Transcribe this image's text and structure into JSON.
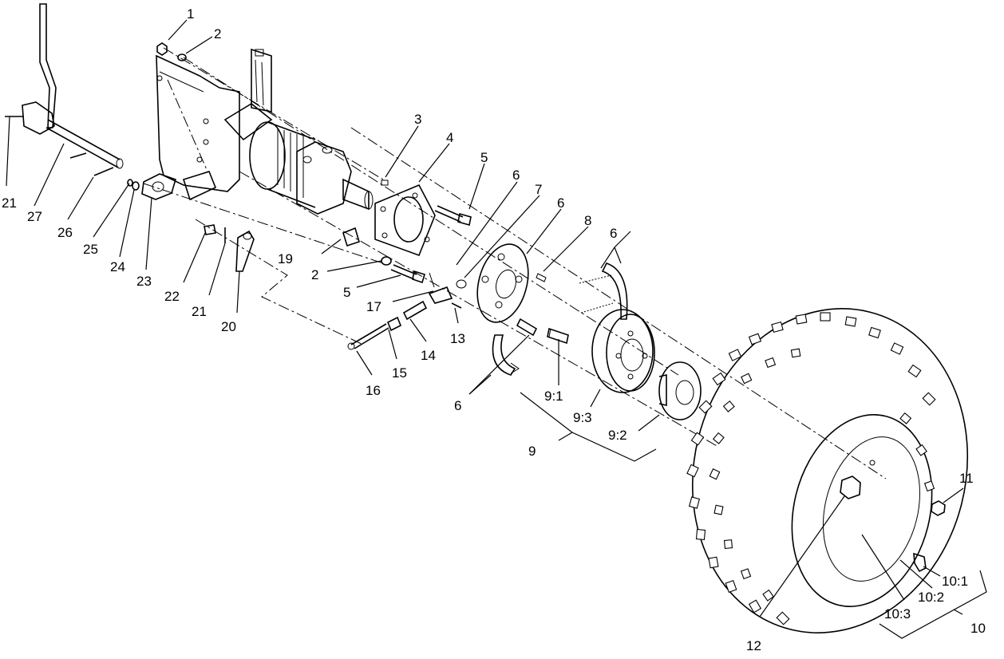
{
  "callouts": {
    "c1": "1",
    "c2a": "2",
    "c2b": "2",
    "c3": "3",
    "c4": "4",
    "c5a": "5",
    "c5b": "5",
    "c6a": "6",
    "c6b": "6",
    "c6c": "6",
    "c6d": "6",
    "c7": "7",
    "c8": "8",
    "c9": "9",
    "c9_1": "9:1",
    "c9_2": "9:2",
    "c9_3": "9:3",
    "c10": "10",
    "c10_1": "10:1",
    "c10_2": "10:2",
    "c10_3": "10:3",
    "c11": "11",
    "c12": "12",
    "c13": "13",
    "c14": "14",
    "c15": "15",
    "c16": "16",
    "c17": "17",
    "c19": "19",
    "c20": "20",
    "c21a": "21",
    "c21b": "21",
    "c22": "22",
    "c23": "23",
    "c24": "24",
    "c25": "25",
    "c26": "26",
    "c27": "27"
  }
}
